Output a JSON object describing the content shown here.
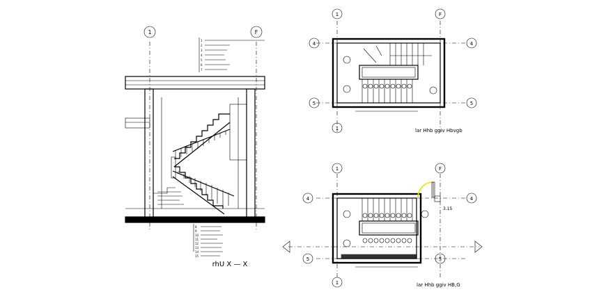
{
  "section": {
    "title": "rhU X — X",
    "grid_axes": [
      "1",
      "F"
    ],
    "notes_top": [
      "1",
      "2",
      "3",
      "4",
      "5",
      "6",
      "7"
    ],
    "notes_bottom": [
      "8",
      "9",
      "10",
      "11",
      "12",
      "13",
      "14",
      "15"
    ]
  },
  "plan_top": {
    "caption": "lar Hhb ggiv Hbvgb",
    "grid_top": [
      "1",
      "F"
    ],
    "grid_sides": [
      "4",
      "5"
    ]
  },
  "plan_bottom": {
    "caption": "lar Hhb ggiv HB,G",
    "grid_top": [
      "1",
      "F"
    ],
    "grid_sides": [
      "4",
      "5"
    ],
    "level_label": "3.15"
  },
  "colors": {
    "line": "#000000",
    "highlight": "#e6e600",
    "background": "#ffffff"
  }
}
